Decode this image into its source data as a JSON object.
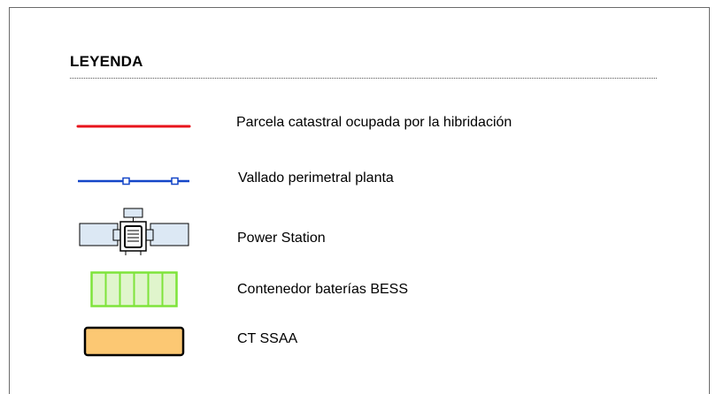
{
  "legend": {
    "title": "LEYENDA",
    "items": [
      {
        "label": "Parcela catastral ocupada por la hibridación",
        "symbol": "red-line-icon",
        "color": "#e8141c"
      },
      {
        "label": "Vallado perimetral planta",
        "symbol": "blue-fence-line-icon",
        "color": "#1446c8"
      },
      {
        "label": "Power Station",
        "symbol": "power-station-icon",
        "color": "#dce8f4"
      },
      {
        "label": "Contenedor baterías BESS",
        "symbol": "bess-container-icon",
        "color": "#7ee43a"
      },
      {
        "label": "CT SSAA",
        "symbol": "ct-ssaa-icon",
        "color": "#fcc873"
      }
    ]
  }
}
